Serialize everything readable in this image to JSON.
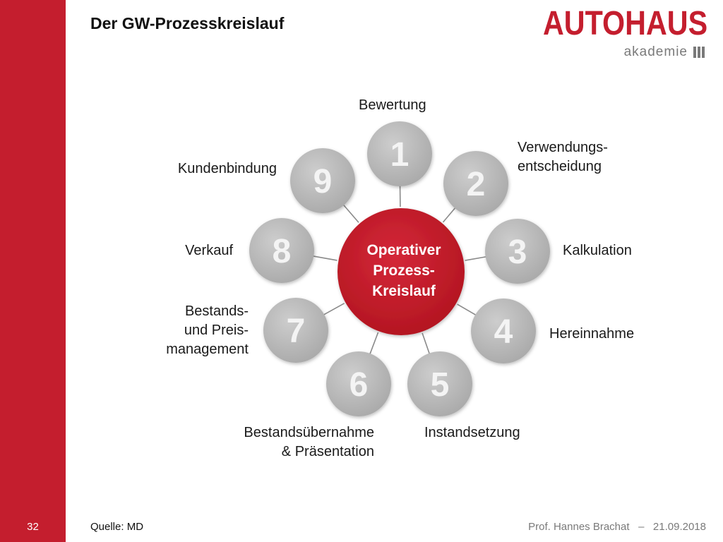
{
  "slide": {
    "title": "Der GW-Prozesskreislauf",
    "page_number": "32"
  },
  "logo": {
    "main": "AUTOHAUS",
    "sub": "akademie"
  },
  "center": {
    "line1": "Operativer",
    "line2": "Prozess-",
    "line3": "Kreislauf"
  },
  "steps": [
    {
      "number": "1",
      "label_lines": [
        "Bewertung"
      ]
    },
    {
      "number": "2",
      "label_lines": [
        "Verwendungs-",
        "entscheidung"
      ]
    },
    {
      "number": "3",
      "label_lines": [
        "Kalkulation"
      ]
    },
    {
      "number": "4",
      "label_lines": [
        "Hereinnahme"
      ]
    },
    {
      "number": "5",
      "label_lines": [
        "Instandsetzung"
      ]
    },
    {
      "number": "6",
      "label_lines": [
        "Bestandsübernahme",
        "& Präsentation"
      ]
    },
    {
      "number": "7",
      "label_lines": [
        "Bestands-",
        "und Preis-",
        "management"
      ]
    },
    {
      "number": "8",
      "label_lines": [
        "Verkauf"
      ]
    },
    {
      "number": "9",
      "label_lines": [
        "Kundenbindung"
      ]
    }
  ],
  "footer": {
    "source": "Quelle: MD",
    "author": "Prof. Hannes Brachat",
    "separator": "–",
    "date": "21.09.2018"
  },
  "colors": {
    "accent": "#c41e2e",
    "node": "#b8b8b8",
    "node_number": "#f4f4f4"
  }
}
